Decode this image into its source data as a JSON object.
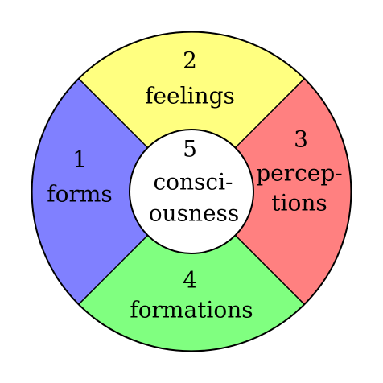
{
  "colors": {
    "top": "#ffff80",
    "right": "#ff8080",
    "bottom": "#80ff80",
    "left": "#8080ff",
    "center": "#ffffff",
    "outline": "#000000"
  },
  "segments": {
    "top": {
      "number": "2",
      "line1": "feelings"
    },
    "right": {
      "number": "3",
      "line1": "percep-",
      "line2": "tions"
    },
    "bottom": {
      "number": "4",
      "line1": "formations"
    },
    "left": {
      "number": "1",
      "line1": "forms"
    }
  },
  "center": {
    "number": "5",
    "line1": "consci-",
    "line2": "ousness"
  }
}
